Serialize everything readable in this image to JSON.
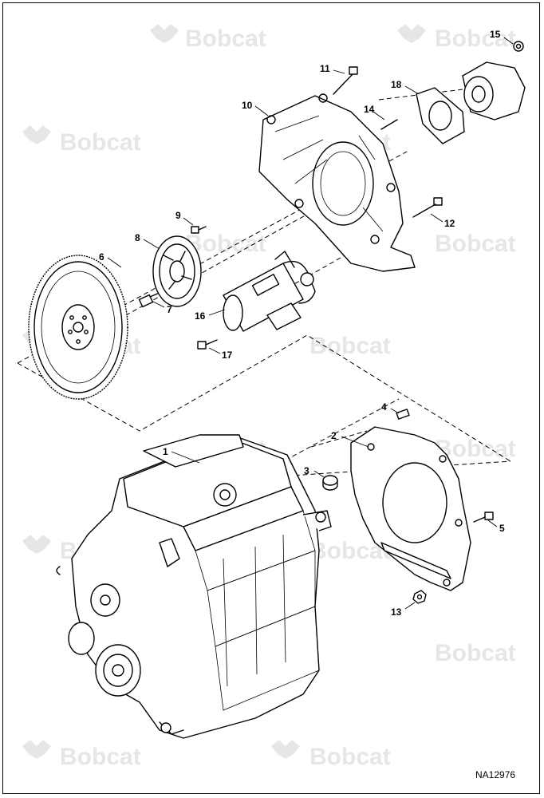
{
  "diagram": {
    "watermark": "Bobcat",
    "reference_code": "NA12976",
    "callouts": [
      "1",
      "2",
      "3",
      "4",
      "5",
      "6",
      "7",
      "8",
      "9",
      "10",
      "11",
      "12",
      "13",
      "14",
      "15",
      "16",
      "17",
      "18"
    ]
  }
}
